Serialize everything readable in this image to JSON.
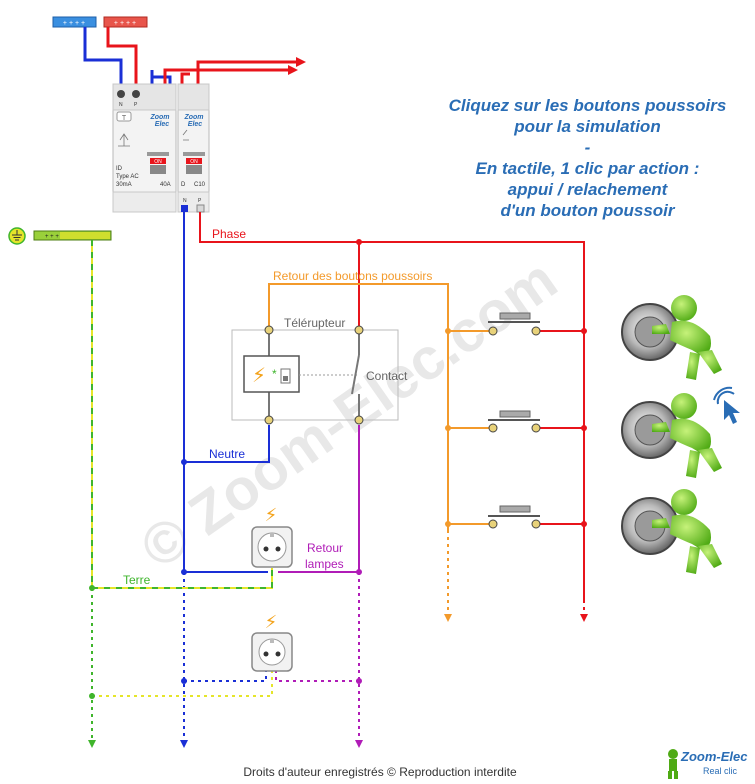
{
  "instructions": {
    "line1": "Cliquez sur les boutons poussoirs",
    "line2": "pour la simulation",
    "line3": "-",
    "line4": "En tactile, 1 clic par action :",
    "line5": "appui / relachement",
    "line6": "d'un bouton poussoir"
  },
  "labels": {
    "phase": "Phase",
    "retour_bp": "Retour des boutons poussoirs",
    "telerupteur": "Télérupteur",
    "contact": "Contact",
    "neutre": "Neutre",
    "retour_lampes_1": "Retour",
    "retour_lampes_2": "lampes",
    "terre": "Terre",
    "watermark": "© Zoom-Elec.com"
  },
  "breaker_id": {
    "brand_1": "Zoom",
    "brand_2": "Elec",
    "type_1": "ID",
    "type_2": "Type AC",
    "type_3": "30mA",
    "rating": "40A",
    "on": "ON",
    "term_n": "N",
    "term_p": "P"
  },
  "breaker_c10": {
    "brand_1": "Zoom",
    "brand_2": "Elec",
    "type": "D",
    "rating": "C10",
    "on": "ON",
    "term_n": "N",
    "term_p": "P"
  },
  "footer": {
    "copyright": "Droits d'auteur enregistrés © Reproduction interdite",
    "logo_1": "Zoom-Elec",
    "logo_2": "Real clic"
  },
  "colors": {
    "phase": "#e8141b",
    "neutre": "#1a2fd6",
    "retour_bp": "#f39a2b",
    "retour_lampes": "#b01cb7",
    "terre_yellow": "#e5e52a",
    "terre_green": "#3fb52c",
    "label_gray": "#666666",
    "instruction_blue": "#2a6db5"
  },
  "icons": {
    "earth": "earth-ground-icon",
    "lightning": "lightning-icon",
    "cursor": "touch-cursor-icon",
    "socket": "socket-outlet-icon",
    "pusher": "green-man-pushing-button-icon"
  }
}
